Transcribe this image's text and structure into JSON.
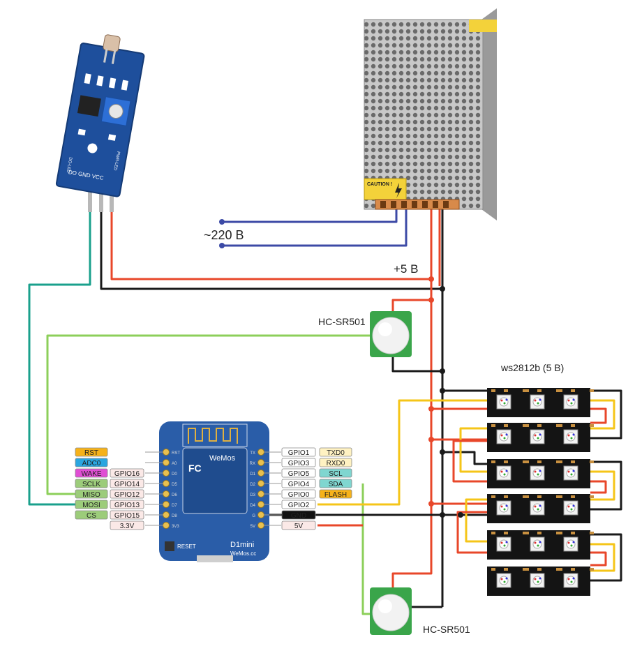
{
  "labels": {
    "mains": "~220 В",
    "plus5": "+5 В",
    "pir_top": "HC-SR501",
    "pir_bottom": "HC-SR501",
    "leds": "ws2812b (5 В)"
  },
  "sensor": {
    "pins": "DO GND VCC",
    "led_pwr": "PWR-LED",
    "led_do": "DO-LED"
  },
  "psu": {
    "caution": "CAUTION !"
  },
  "board": {
    "model": "D1mini",
    "brand": "WeMos",
    "brand_site": "WeMos.cc",
    "reset": "RESET",
    "left_pins": [
      {
        "silk": "RST",
        "func": "RST",
        "func_color": "#f6b21a",
        "gpio": ""
      },
      {
        "silk": "A0",
        "func": "ADC0",
        "func_color": "#2aa6e0",
        "gpio": ""
      },
      {
        "silk": "D0",
        "func": "WAKE",
        "func_color": "#e04ed4",
        "gpio": "GPIO16"
      },
      {
        "silk": "D5",
        "func": "SCLK",
        "func_color": "#9ccc7a",
        "gpio": "GPIO14"
      },
      {
        "silk": "D6",
        "func": "MISO",
        "func_color": "#9ccc7a",
        "gpio": "GPIO12"
      },
      {
        "silk": "D7",
        "func": "MOSI",
        "func_color": "#9ccc7a",
        "gpio": "GPIO13"
      },
      {
        "silk": "D8",
        "func": "CS",
        "func_color": "#9ccc7a",
        "gpio": "GPIO15"
      },
      {
        "silk": "3V3",
        "func": "",
        "func_color": "",
        "gpio": "3.3V"
      }
    ],
    "right_pins": [
      {
        "silk": "TX",
        "gpio": "GPIO1",
        "func": "TXD0",
        "func_color": "#fff2c2"
      },
      {
        "silk": "RX",
        "gpio": "GPIO3",
        "func": "RXD0",
        "func_color": "#fff2c2"
      },
      {
        "silk": "D1",
        "gpio": "GPIO5",
        "func": "SCL",
        "func_color": "#7fd6d0"
      },
      {
        "silk": "D2",
        "gpio": "GPIO4",
        "func": "SDA",
        "func_color": "#7fd6d0"
      },
      {
        "silk": "D3",
        "gpio": "GPIO0",
        "func": "FLASH",
        "func_color": "#f6b21a"
      },
      {
        "silk": "D4",
        "gpio": "GPIO2",
        "func": "",
        "func_color": ""
      },
      {
        "silk": "G",
        "gpio": "GND",
        "func": "",
        "func_color": ""
      },
      {
        "silk": "5V",
        "gpio": "5V",
        "func": "",
        "func_color": ""
      }
    ]
  },
  "colors": {
    "red_wire": "#e8472a",
    "black_wire": "#1a1a1a",
    "blue_wire": "#3c4aa6",
    "green_wire": "#8ccf5a",
    "teal_wire": "#1aa08c",
    "yellow_wire": "#f5c518",
    "board_blue": "#2a5da8",
    "sensor_blue": "#1e4f9c"
  }
}
